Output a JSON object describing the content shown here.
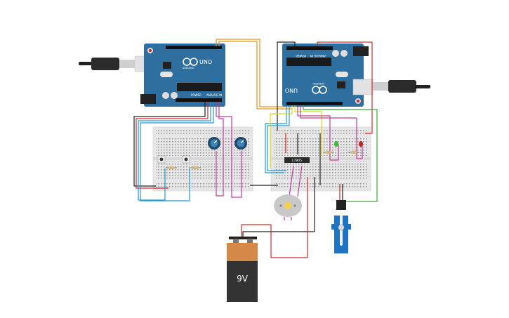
{
  "boards": {
    "left": {
      "model": "UNO",
      "brand": "ARDUINO",
      "power_header": "POWER",
      "analog_header": "ANALOG IN"
    },
    "right": {
      "model": "UNO",
      "brand": "ARDUINO",
      "power_header": "POWER",
      "analog_header": "ANALOG IN"
    }
  },
  "regulator": {
    "part": "L7805"
  },
  "battery": {
    "label": "9V"
  },
  "colors": {
    "board": "#2f6f9f",
    "breadboard": "#e6e6e6",
    "wire_orange": "#e8901e",
    "wire_red": "#d42a2a",
    "wire_black": "#222222",
    "wire_blue": "#1e9bd7",
    "wire_yellow": "#e2d21d",
    "wire_magenta": "#c43a9a",
    "wire_green": "#3aa83a",
    "battery_top": "#d4894a",
    "battery_body": "#333333"
  },
  "icons": [
    "usb-cable-icon",
    "potentiometer-icon",
    "pushbutton-icon",
    "resistor-icon",
    "led-icon",
    "dc-motor-icon",
    "servo-icon"
  ]
}
